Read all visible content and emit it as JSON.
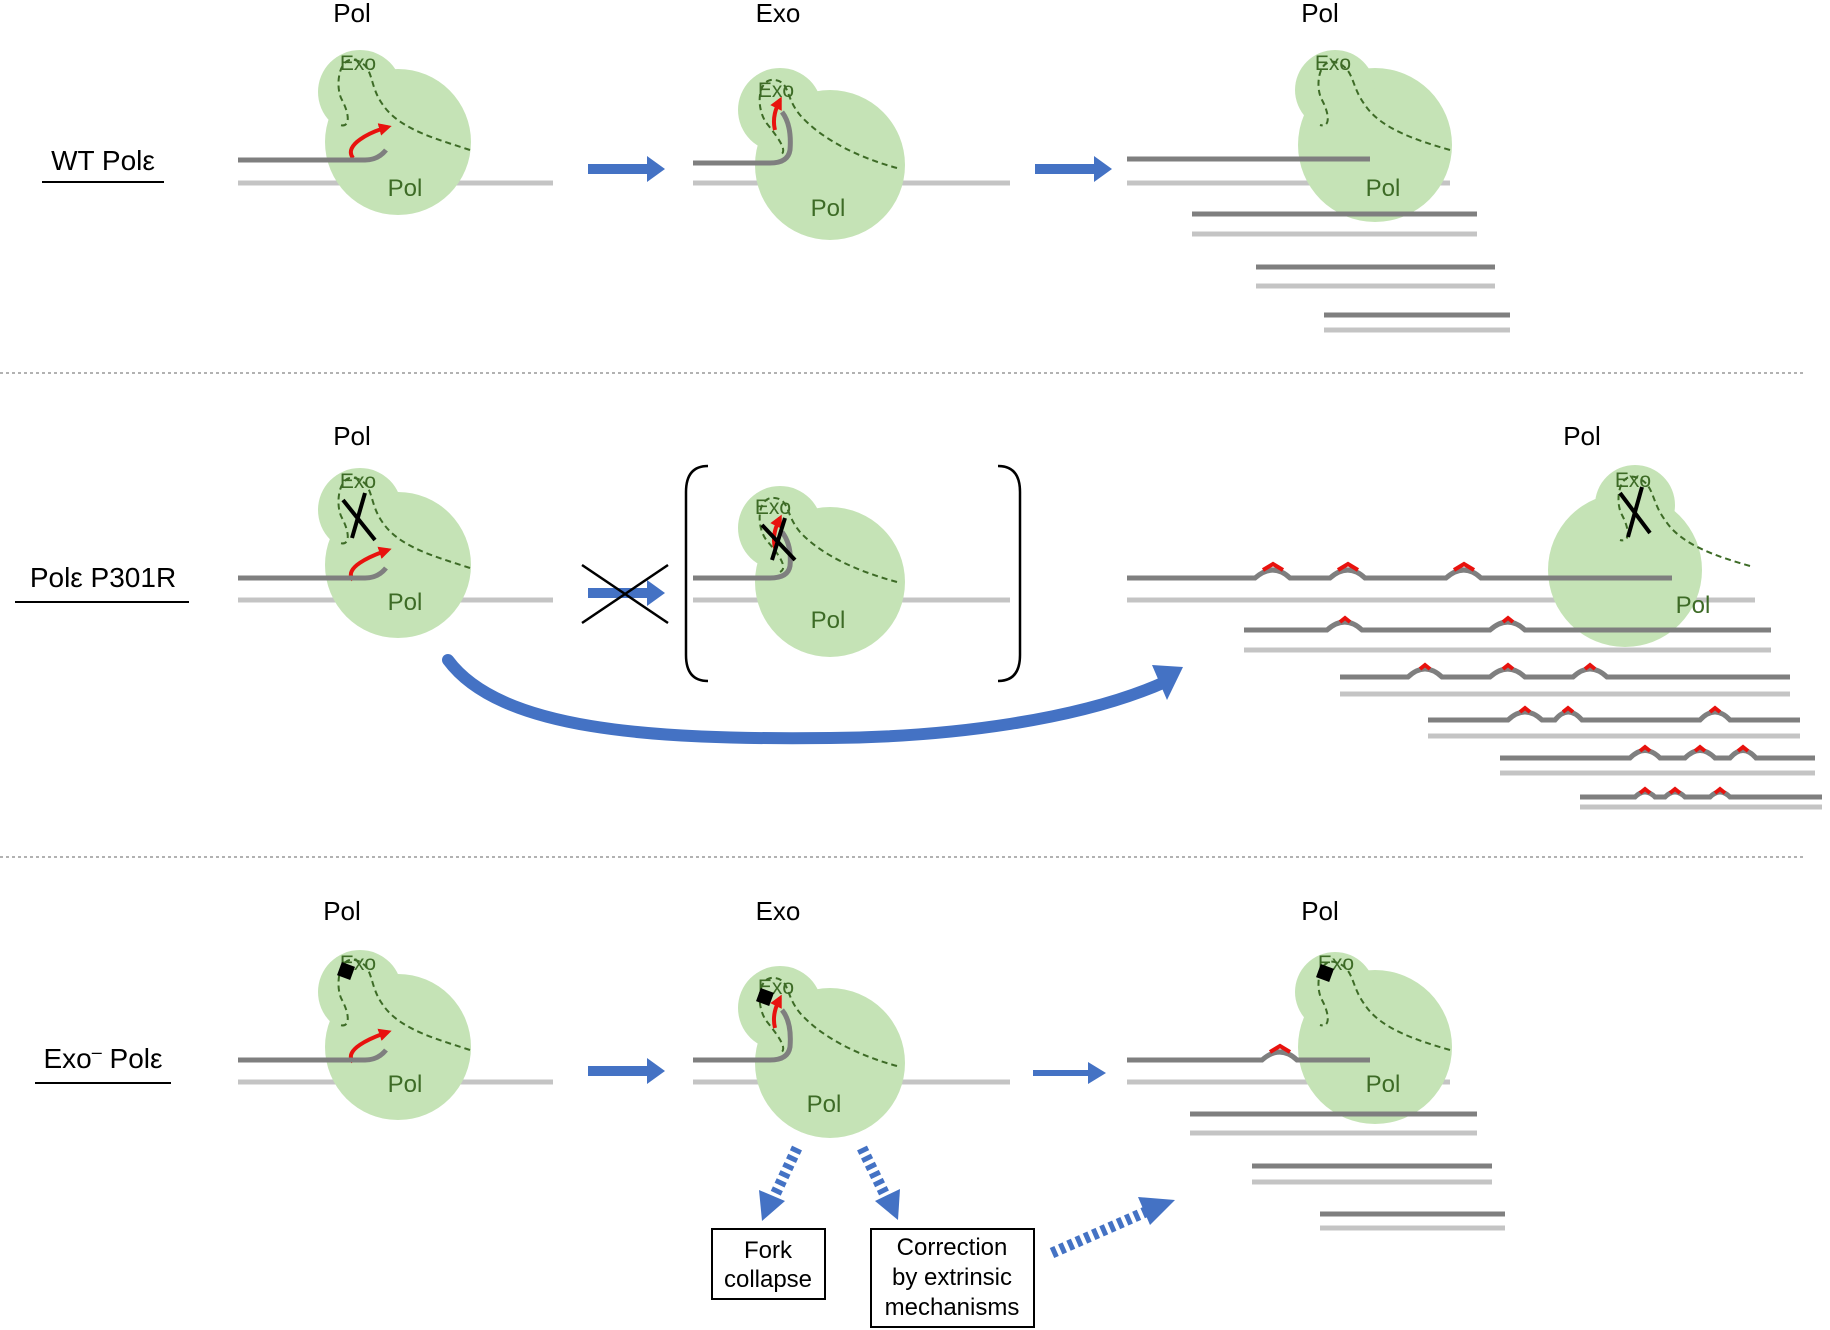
{
  "colors": {
    "protein_fill": "#c5e3b6",
    "domain_path": "#3d6b26",
    "dna_new": "#7f7f7f",
    "dna_template": "#c4c4c4",
    "arrow_blue": "#4472c4",
    "mutation_red": "#e8120e",
    "ink": "#000000",
    "separator": "#999999"
  },
  "icons": [
    "polymerase-enzyme-icon",
    "exo-block-x-icon",
    "exo-inactive-square-icon",
    "blocked-arrow-x-icon"
  ],
  "panels": [
    {
      "label": "WT Polε",
      "states": [
        {
          "top_label": "Pol",
          "exo_label": "Exo",
          "pol_label": "Pol"
        },
        {
          "top_label": "Exo",
          "exo_label": "Exo",
          "pol_label": "Pol"
        },
        {
          "top_label": "Pol",
          "exo_label": "Exo",
          "pol_label": "Pol"
        }
      ]
    },
    {
      "label": "Polε P301R",
      "states": [
        {
          "top_label": "Pol",
          "exo_label": "Exo",
          "pol_label": "Pol"
        },
        {
          "top_label": "",
          "exo_label": "Exo",
          "pol_label": "Pol"
        },
        {
          "top_label": "Pol",
          "exo_label": "Exo",
          "pol_label": "Pol"
        }
      ]
    },
    {
      "label_main": "Exo",
      "label_sup": "–",
      "label_rest": " Polε",
      "states": [
        {
          "top_label": "Pol",
          "exo_label": "Exo",
          "pol_label": "Pol"
        },
        {
          "top_label": "Exo",
          "exo_label": "Exo",
          "pol_label": "Pol"
        },
        {
          "top_label": "Pol",
          "exo_label": "Exo",
          "pol_label": "Pol"
        }
      ],
      "outcomes": [
        {
          "lines": [
            "Fork",
            "collapse"
          ]
        },
        {
          "lines": [
            "Correction",
            "by extrinsic",
            "mechanisms"
          ]
        }
      ]
    }
  ]
}
